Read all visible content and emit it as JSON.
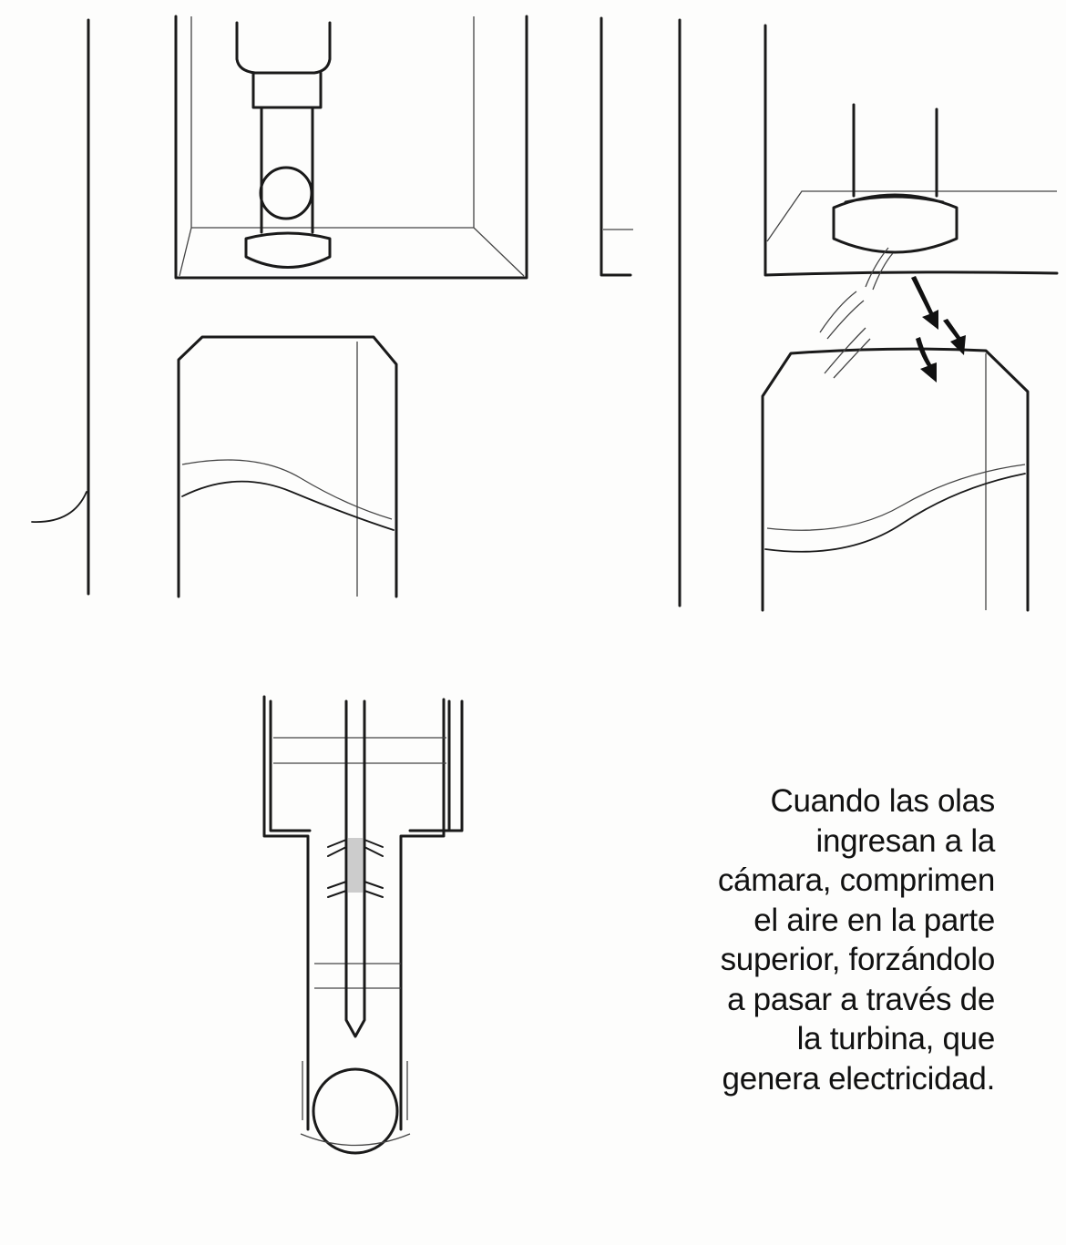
{
  "caption": {
    "lines": [
      "Cuando las olas",
      "ingresan a la",
      "cámara, comprimen",
      "el aire en la parte",
      "superior, forzándolo",
      "a pasar a través de",
      "la turbina, que",
      "genera electricidad."
    ]
  },
  "colors": {
    "ink": "#1a1a1a",
    "paper": "#fdfdfc"
  }
}
